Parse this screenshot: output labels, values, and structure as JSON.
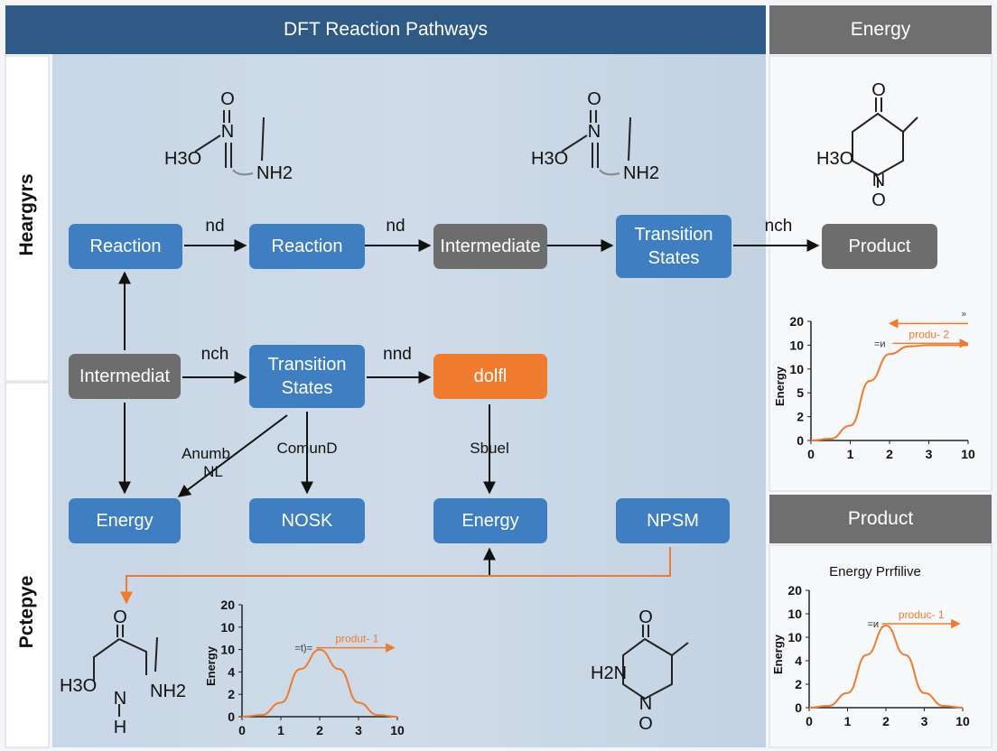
{
  "header": {
    "title": "DFT Reaction Pathways",
    "right_title": "Energy"
  },
  "side_labels": {
    "top": "Heargyrs",
    "bottom": "Pctepye"
  },
  "boxes": {
    "reaction1": "Reaction",
    "reaction2": "Reaction",
    "intermediate_top": "Intermediate",
    "transition_top": "Transition\nStates",
    "product_top": "Product",
    "intermediate_mid": "Intermediat",
    "transition_mid": "Transition\nStates",
    "dolfl": "dolfl",
    "energy1": "Energy",
    "nosk": "NOSK",
    "energy2": "Energy",
    "npsm": "NPSM"
  },
  "product_banner": "Product",
  "edge_labels": {
    "e1": "nd",
    "e2": "nd",
    "e3": "nch",
    "e4": "nch",
    "e5": "nnd",
    "e6a": "Anumb",
    "e6b": "NL",
    "e7": "ComunD",
    "e8": "Sbuel"
  },
  "molecules": {
    "m1": {
      "o": "O",
      "n": "N",
      "h3o": "H3O",
      "nh2": "NH2"
    },
    "m2": {
      "o": "O",
      "n": "N",
      "h3o": "H3O",
      "nh2": "NH2"
    },
    "m3": {
      "o_top": "O",
      "h3o": "H3O",
      "n": "N",
      "o_bottom": "O"
    },
    "m4": {
      "o": "O",
      "h3o": "H3O",
      "nh2": "NH2",
      "n": "N",
      "h": "H"
    },
    "m5": {
      "o": "O",
      "h2n": "H2N",
      "n": "N",
      "o_bottom": "O"
    }
  },
  "chart_data": [
    {
      "type": "line",
      "title": "",
      "xlabel": "",
      "ylabel": "Energy",
      "xticks": [
        "0",
        "1",
        "2",
        "3",
        "10"
      ],
      "yticks": [
        "0",
        "2",
        "4",
        "10",
        "10",
        "20"
      ],
      "annotations": [
        "=t)=",
        "produt- 1"
      ],
      "series": [
        {
          "x": [
            0,
            0.5,
            1,
            1.5,
            2,
            2.5,
            3,
            3.5,
            4
          ],
          "values": [
            0,
            0.3,
            2.5,
            8.5,
            12,
            8.5,
            2.5,
            0.3,
            0
          ]
        }
      ],
      "color": "#ef7b2f"
    },
    {
      "type": "line",
      "title": "",
      "xlabel": "",
      "ylabel": "Energy",
      "xticks": [
        "0",
        "1",
        "2",
        "3",
        "10"
      ],
      "yticks": [
        "0",
        "2",
        "5",
        "10",
        "10",
        "20"
      ],
      "annotations": [
        "=и",
        "produ- 2",
        "»"
      ],
      "series": [
        {
          "x": [
            0,
            0.5,
            1,
            1.5,
            2,
            2.5,
            3,
            3.5,
            4
          ],
          "values": [
            0,
            0.3,
            2.5,
            10,
            14.5,
            15.8,
            16,
            16,
            16
          ]
        }
      ],
      "color": "#ef7b2f"
    },
    {
      "type": "line",
      "title": "Energy Prrfilive",
      "xlabel": "",
      "ylabel": "Energy",
      "xticks": [
        "0",
        "1",
        "2",
        "3",
        "10"
      ],
      "yticks": [
        "0",
        "2",
        "4",
        "10",
        "10",
        "20"
      ],
      "annotations": [
        "=и",
        "produc- 1"
      ],
      "series": [
        {
          "x": [
            0,
            0.5,
            1,
            1.5,
            2,
            2.5,
            3,
            3.5,
            4
          ],
          "values": [
            0,
            0.3,
            2.5,
            9,
            14,
            9,
            2.5,
            0.3,
            0
          ]
        }
      ],
      "color": "#ef7b2f"
    }
  ],
  "colors": {
    "blue": "#3f7fc1",
    "gray": "#6d6d6d",
    "orange": "#ef7b2f",
    "header": "#2f5a86",
    "panel": "#c9d7e6"
  }
}
